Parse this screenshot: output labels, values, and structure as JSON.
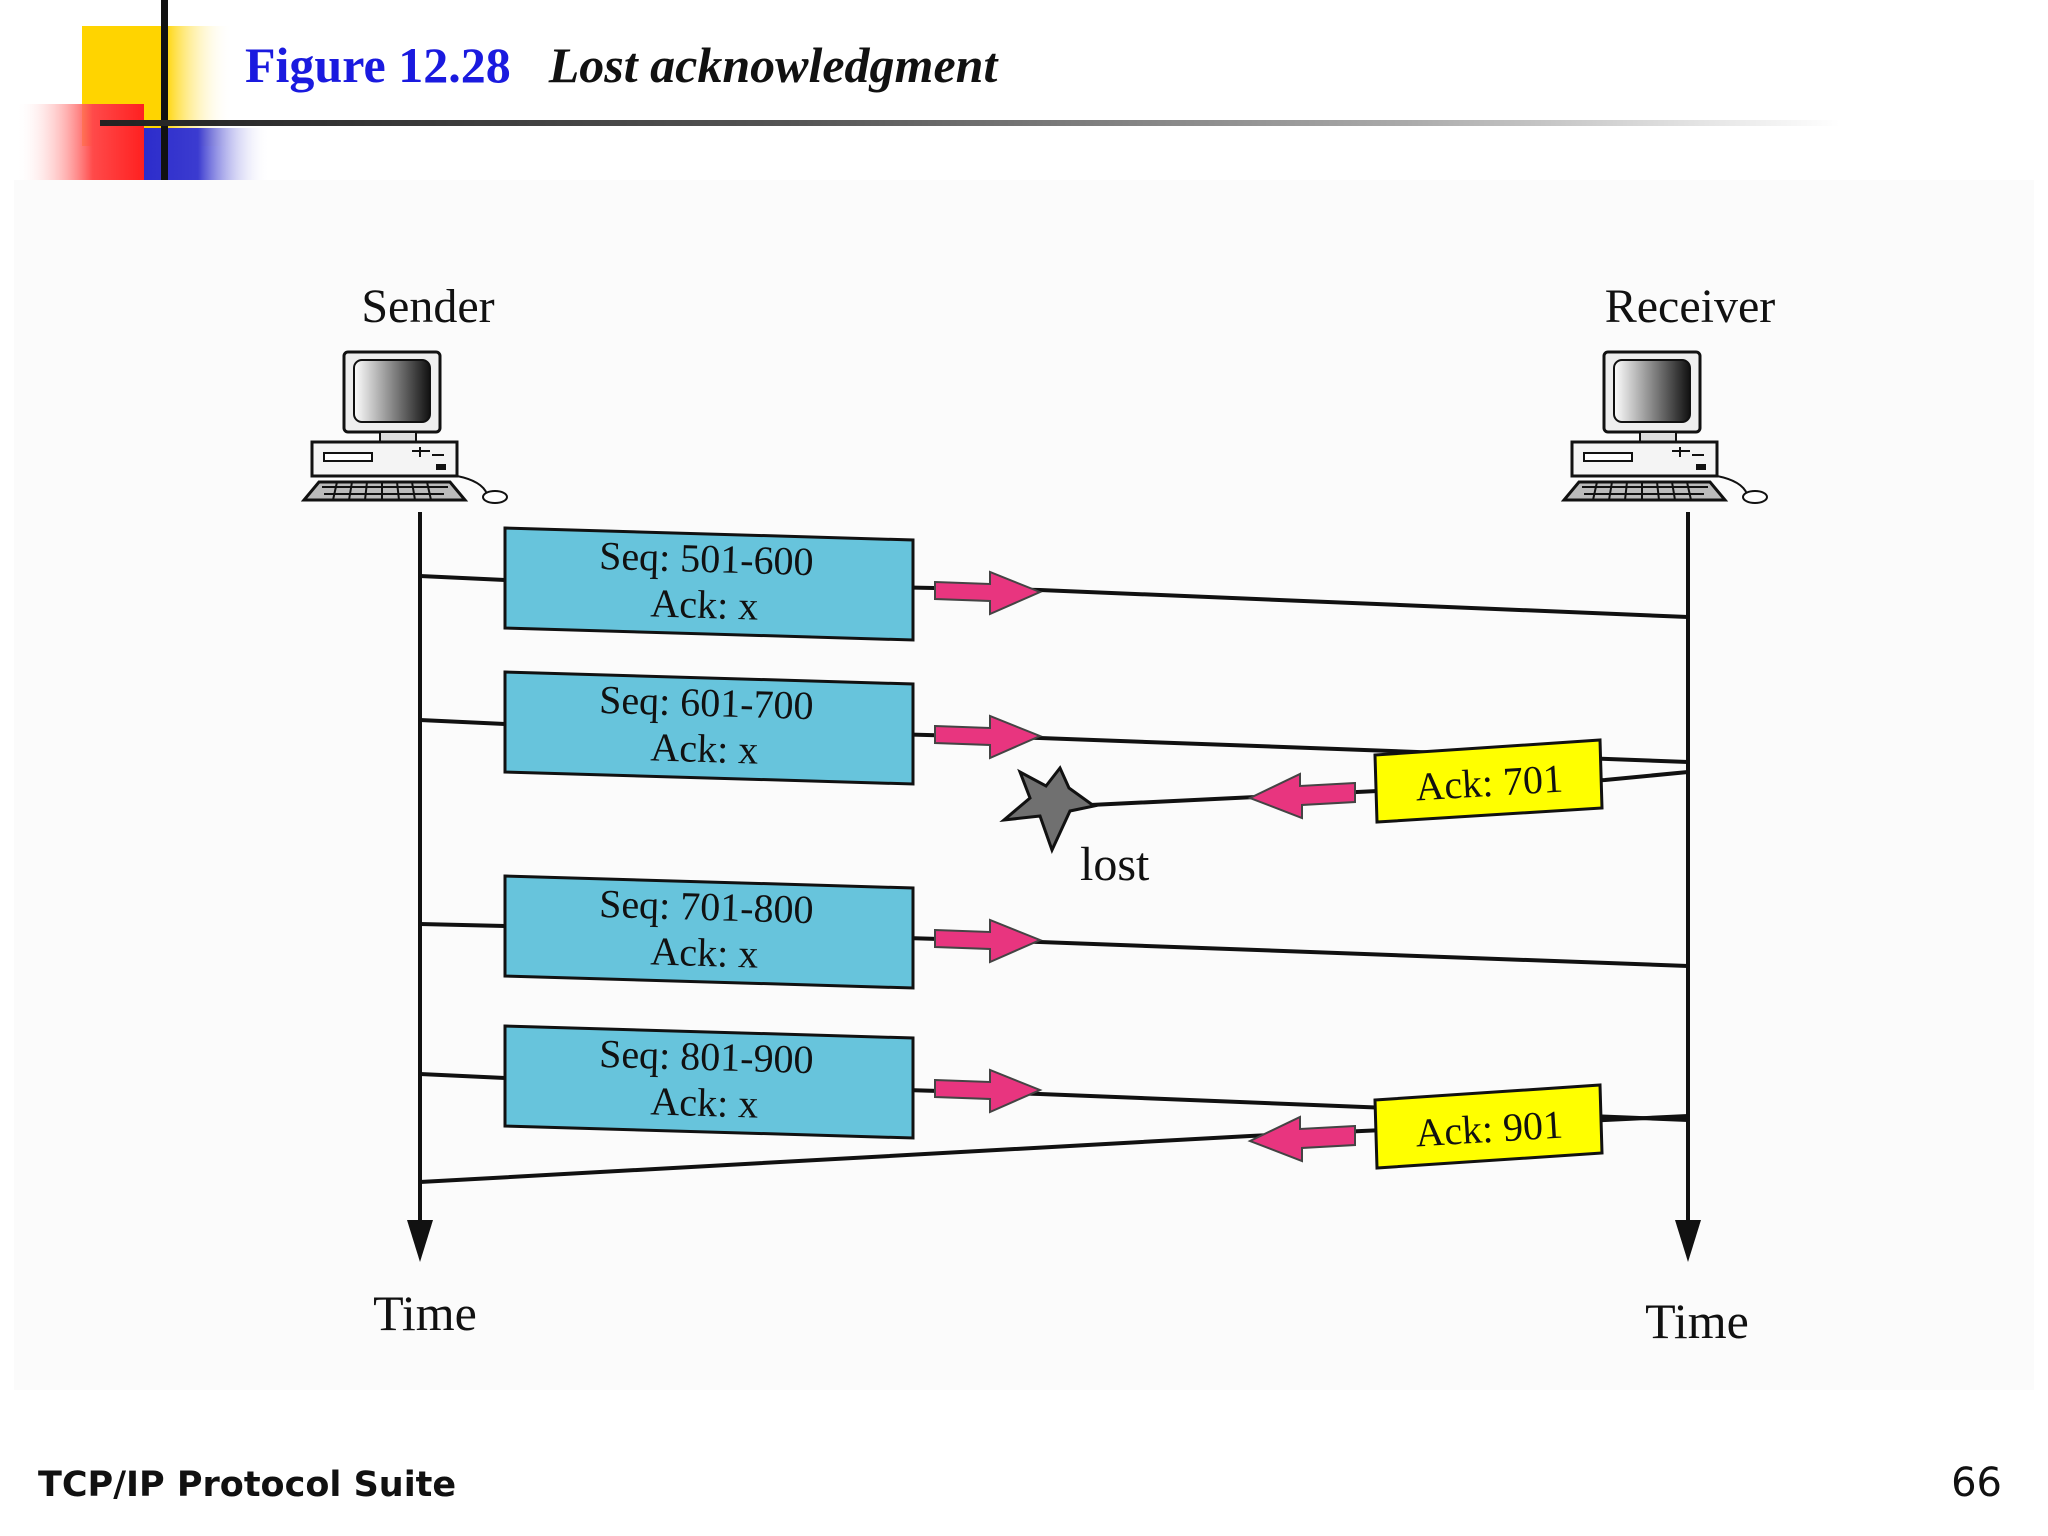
{
  "slide": {
    "figure_number": "Figure 12.28",
    "figure_caption": "Lost acknowledgment",
    "footer_left": "TCP/IP Protocol Suite",
    "page_number": "66"
  },
  "diagram": {
    "sender_label": "Sender",
    "receiver_label": "Receiver",
    "sender_time_label": "Time",
    "receiver_time_label": "Time",
    "lost_label": "lost",
    "segments": [
      {
        "seq": "Seq: 501-600",
        "ack": "Ack: x"
      },
      {
        "seq": "Seq: 601-700",
        "ack": "Ack: x"
      },
      {
        "seq": "Seq: 701-800",
        "ack": "Ack: x"
      },
      {
        "seq": "Seq: 801-900",
        "ack": "Ack: x"
      }
    ],
    "acks": [
      {
        "label": "Ack: 701",
        "status": "lost"
      },
      {
        "label": "Ack: 901",
        "status": "delivered"
      }
    ],
    "colors": {
      "segment_box": "#67c4dc",
      "ack_box": "#ffff00",
      "arrow": "#e8357f",
      "line": "#111111",
      "title": "#1a1adf"
    }
  }
}
